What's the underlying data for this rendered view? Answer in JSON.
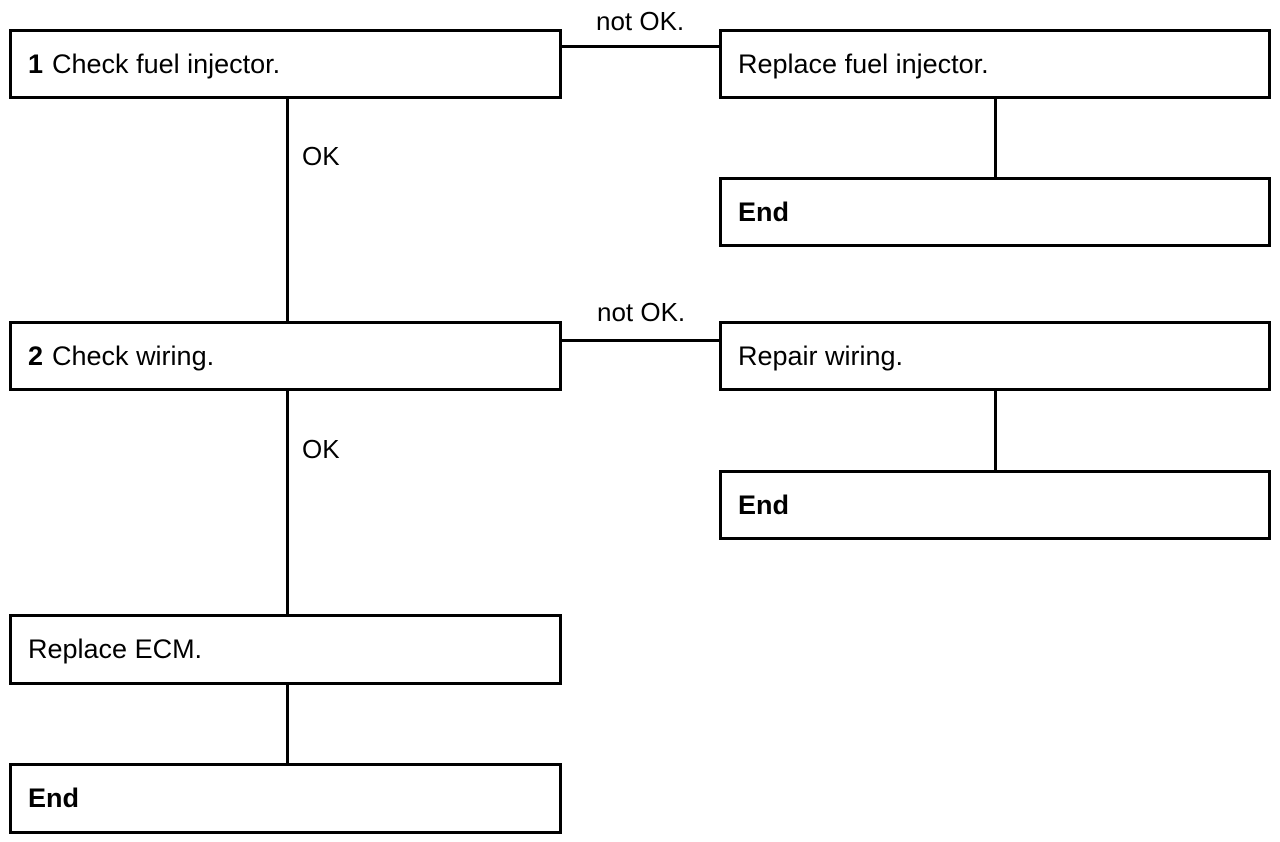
{
  "steps": [
    {
      "number": "1",
      "text": "Check fuel injector.",
      "ok_label": "OK",
      "not_ok_label": "not OK.",
      "not_ok_action": "Replace fuel injector.",
      "not_ok_end": "End"
    },
    {
      "number": "2",
      "text": "Check wiring.",
      "ok_label": "OK",
      "not_ok_label": "not OK.",
      "not_ok_action": "Repair wiring.",
      "not_ok_end": "End"
    }
  ],
  "final": {
    "action": "Replace ECM.",
    "end": "End"
  }
}
